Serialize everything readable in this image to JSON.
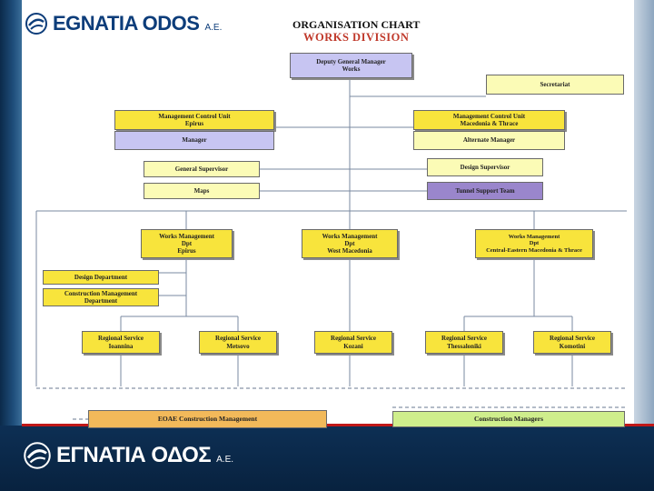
{
  "header": {
    "logo_text": "EGNATIA ODOS",
    "logo_suffix": "A.E.",
    "chart_title": "ORGANISATION CHART",
    "chart_subtitle": "WORKS DIVISION"
  },
  "footer": {
    "logo_text": "ΕΓΝΑΤΙΑ ΟΔΟΣ",
    "logo_suffix": "A.E."
  },
  "nodes": {
    "deputy": [
      "Deputy General Manager",
      "Works"
    ],
    "secretariat": [
      "Secretariat"
    ],
    "mcu_epirus": [
      "Management Control Unit",
      "Epirus"
    ],
    "mcu_macedonia": [
      "Management Control Unit",
      "Macedonia & Thrace"
    ],
    "manager": [
      "Manager"
    ],
    "alternate_manager": [
      "Alternate Manager"
    ],
    "general_supervisor": [
      "General Supervisor"
    ],
    "maps": [
      "Maps"
    ],
    "design_supervisor": [
      "Design Supervisor"
    ],
    "tunnel_support": [
      "Tunnel Support Team"
    ],
    "wm_epirus": [
      "Works Management",
      "Dpt",
      "Epirus"
    ],
    "wm_west": [
      "Works Management",
      "Dpt",
      "West Macedonia"
    ],
    "wm_central": [
      "Works Management",
      "Dpt",
      "Central-Eastern Macedonia & Thrace"
    ],
    "design_department": [
      "Design Department"
    ],
    "construction_mgmt_dept": [
      "Construction Management",
      "Department"
    ],
    "rs_ioannina": [
      "Regional Service",
      "Ioannina"
    ],
    "rs_metsovo": [
      "Regional Service",
      "Metsovo"
    ],
    "rs_kozani": [
      "Regional Service",
      "Kozani"
    ],
    "rs_thessaloniki": [
      "Regional Service",
      "Thessaloniki"
    ],
    "rs_komotini": [
      "Regional Service",
      "Komotini"
    ],
    "eoae_cm": [
      "EOAE Construction Management"
    ],
    "construction_managers": [
      "Construction Managers"
    ]
  },
  "colors": {
    "yellow": "#f8e43c",
    "pale_yellow": "#fbfbb6",
    "lavender": "#c7c5f2",
    "purple": "#9a86cc",
    "orange": "#f2b95a",
    "green": "#cfee8c",
    "title_red": "#c0392b",
    "brand_blue": "#0d3d7a"
  }
}
